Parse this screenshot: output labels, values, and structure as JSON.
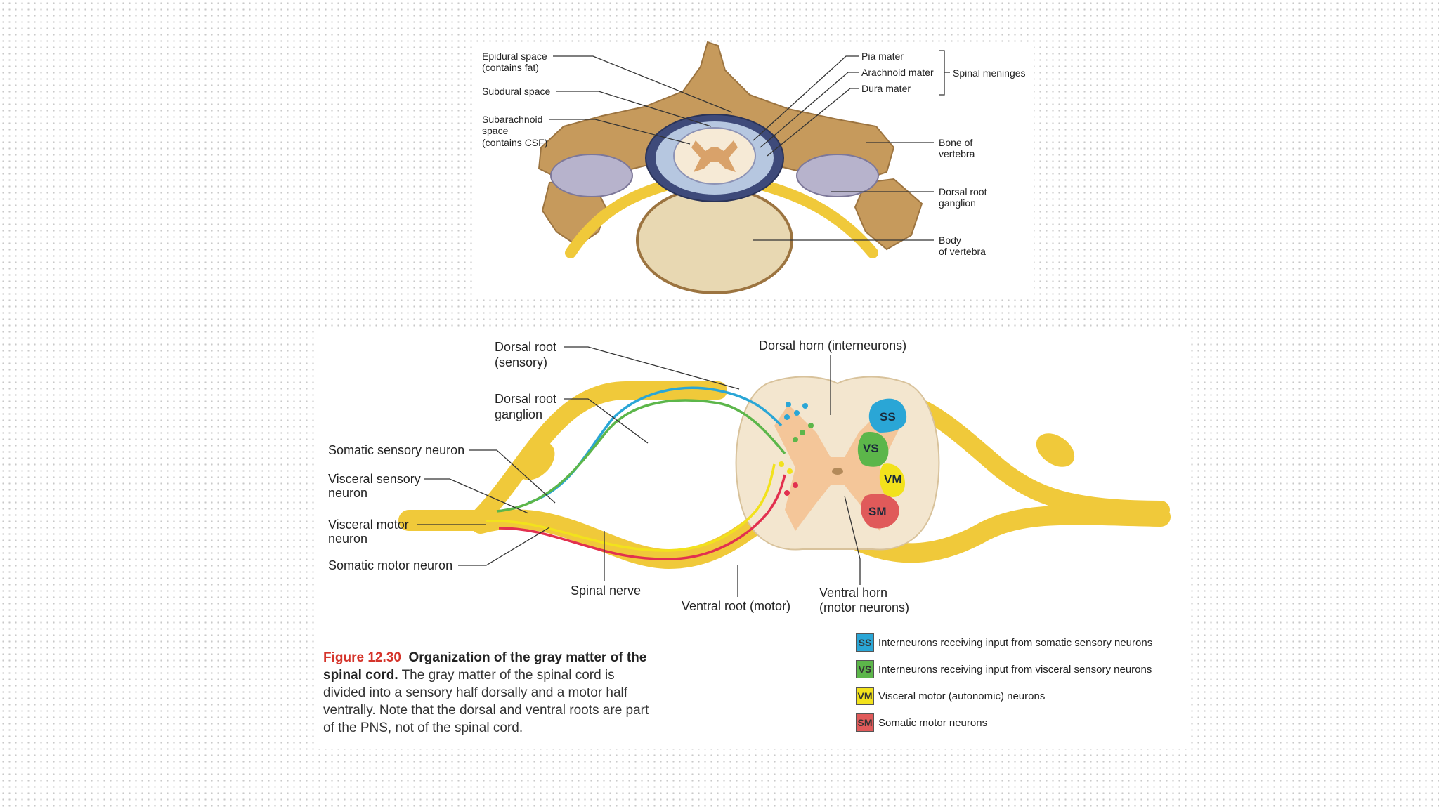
{
  "top_diagram": {
    "labels": {
      "epidural": [
        "Epidural space",
        "(contains fat)"
      ],
      "subdural": [
        "Subdural space"
      ],
      "subarachnoid": [
        "Subarachnoid",
        "space",
        "(contains CSF)"
      ],
      "pia": [
        "Pia mater"
      ],
      "arachnoid": [
        "Arachnoid mater"
      ],
      "dura": [
        "Dura mater"
      ],
      "meninges": [
        "Spinal meninges"
      ],
      "bone": [
        "Bone of",
        "vertebra"
      ],
      "drg": [
        "Dorsal root",
        "ganglion"
      ],
      "body": [
        "Body",
        "of vertebra"
      ]
    }
  },
  "bottom_diagram": {
    "labels": {
      "dorsal_root": [
        "Dorsal root",
        "(sensory)"
      ],
      "dorsal_horn": [
        "Dorsal horn (interneurons)"
      ],
      "drg": [
        "Dorsal root",
        "ganglion"
      ],
      "somatic_sensory": [
        "Somatic sensory neuron"
      ],
      "visceral_sensory": [
        "Visceral sensory",
        "neuron"
      ],
      "visceral_motor": [
        "Visceral motor",
        "neuron"
      ],
      "somatic_motor": [
        "Somatic motor neuron"
      ],
      "spinal_nerve": [
        "Spinal nerve"
      ],
      "ventral_root": [
        "Ventral root (motor)"
      ],
      "ventral_horn": [
        "Ventral horn",
        "(motor neurons)"
      ]
    },
    "regions": {
      "ss": "SS",
      "vs": "VS",
      "vm": "VM",
      "sm": "SM"
    },
    "colors": {
      "ss": "#2aa6d6",
      "vs": "#5cb64a",
      "vm": "#f2e21c",
      "sm": "#e05a5a",
      "somatic_motor_line": "#e2304f",
      "nerve": "#f0c93a",
      "cord": "#f3e6cf",
      "gray_matter": "#f3c08f"
    }
  },
  "legend": [
    {
      "code": "SS",
      "text": "Interneurons receiving input from somatic sensory neurons",
      "color": "#2aa6d6"
    },
    {
      "code": "VS",
      "text": "Interneurons receiving input from visceral sensory neurons",
      "color": "#5cb64a"
    },
    {
      "code": "VM",
      "text": "Visceral motor (autonomic) neurons",
      "color": "#f2e21c"
    },
    {
      "code": "SM",
      "text": "Somatic motor neurons",
      "color": "#e05a5a"
    }
  ],
  "caption": {
    "figure_number": "Figure 12.30",
    "title": "Organization of the gray matter of the spinal cord.",
    "text": "The gray matter of the spinal cord is divided into a sensory half dorsally and a motor half ventrally. Note that the dorsal and ventral roots are part of the PNS, not of the spinal cord."
  }
}
